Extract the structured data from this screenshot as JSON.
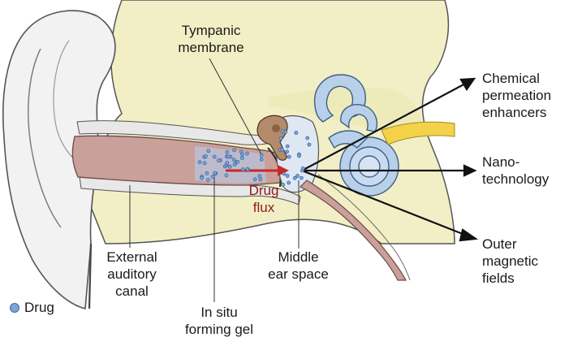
{
  "labels": {
    "tympanic_membrane": [
      "Tympanic",
      "membrane"
    ],
    "chemical_enhancers": [
      "Chemical",
      "permeation",
      "enhancers"
    ],
    "nanotechnology": [
      "Nano-",
      "technology"
    ],
    "magnetic_fields": [
      "Outer",
      "magnetic",
      "fields"
    ],
    "drug_flux": [
      "Drug",
      "flux"
    ],
    "external_canal": [
      "External",
      "auditory",
      "canal"
    ],
    "middle_ear": [
      "Middle",
      "ear space"
    ],
    "in_situ_gel": [
      "In situ",
      "forming gel"
    ],
    "legend_drug": "Drug"
  },
  "colors": {
    "drug": "#7ea5d6",
    "arrow_flux": "#c62828",
    "canal": "#c9a09a",
    "bone": "#f2efc6",
    "skin": "#f2f2f2"
  }
}
